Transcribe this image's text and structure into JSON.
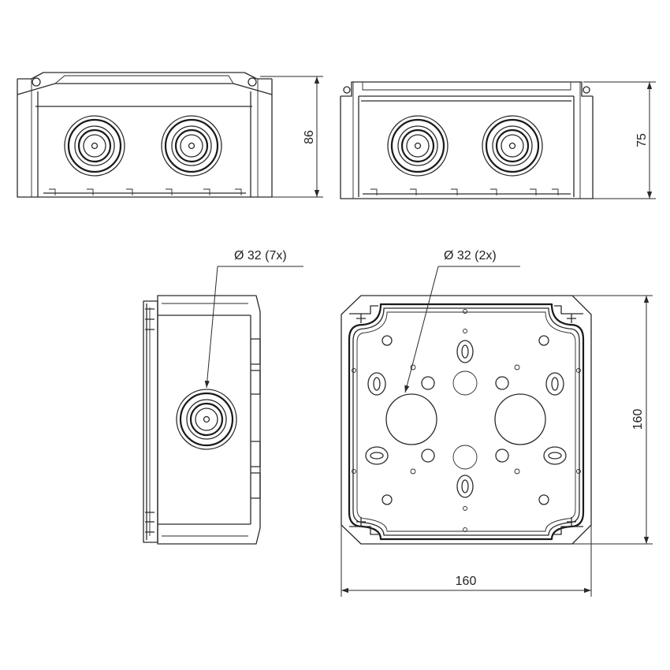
{
  "dimensions": {
    "front_height": "86",
    "side_height": "75",
    "bottom_height": "160",
    "bottom_width": "160"
  },
  "callouts": {
    "side_entry": "Ø 32 (7x)",
    "bottom_entry": "Ø 32 (2x)"
  }
}
